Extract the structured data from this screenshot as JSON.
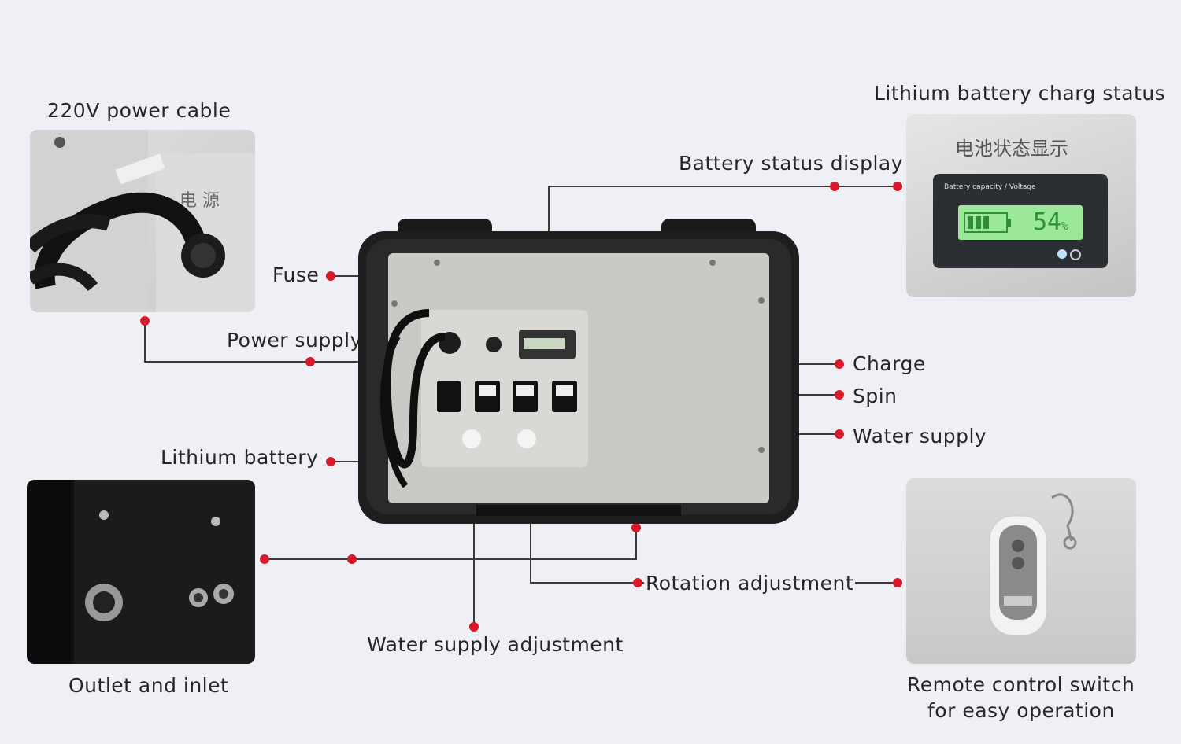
{
  "labels": {
    "power_cable": "220V power cable",
    "charge_status": "Lithium battery charg status",
    "battery_display": "Battery status display",
    "fuse": "Fuse",
    "power_supply": "Power supply",
    "charge": "Charge",
    "spin": "Spin",
    "water_supply": "Water supply",
    "lithium_battery": "Lithium battery",
    "outlet_inlet": "Outlet and inlet",
    "rotation_adjustment": "Rotation adjustment",
    "water_supply_adjustment": "Water supply adjustment",
    "remote_line1": "Remote control switch",
    "remote_line2": "for easy operation"
  },
  "photo_text": {
    "power_cn": "电 源",
    "battery_cn": "电池状态显示",
    "lcd_header": "Battery capacity / Voltage",
    "lcd_value": "54",
    "lcd_unit": "%"
  },
  "colors": {
    "background": "#eef0f5",
    "dot": "#d8192a",
    "lcd_green": "#35e04a"
  }
}
